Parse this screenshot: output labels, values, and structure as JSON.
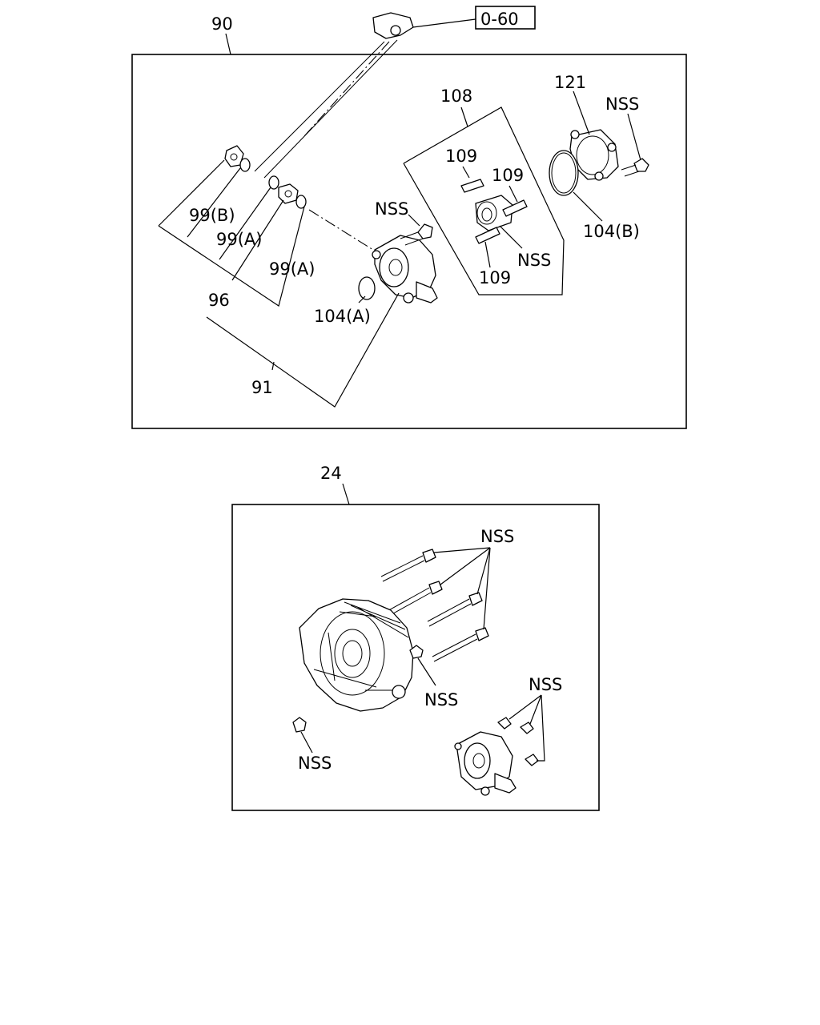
{
  "labels": {
    "ref": "0-60",
    "p90": "90",
    "p108": "108",
    "p121": "121",
    "nss_top_right": "NSS",
    "p109_a": "109",
    "p109_b": "109",
    "p109_c": "109",
    "nss_mid": "NSS",
    "nss_top_left": "NSS",
    "p99b": "99(B)",
    "p99a_1": "99(A)",
    "p99a_2": "99(A)",
    "p104b": "104(B)",
    "p104a": "104(A)",
    "p96": "96",
    "p91": "91",
    "p24": "24",
    "nss_bolts": "NSS",
    "nss_nut": "NSS",
    "nss_screws": "NSS",
    "nss_lower_nut": "NSS"
  }
}
